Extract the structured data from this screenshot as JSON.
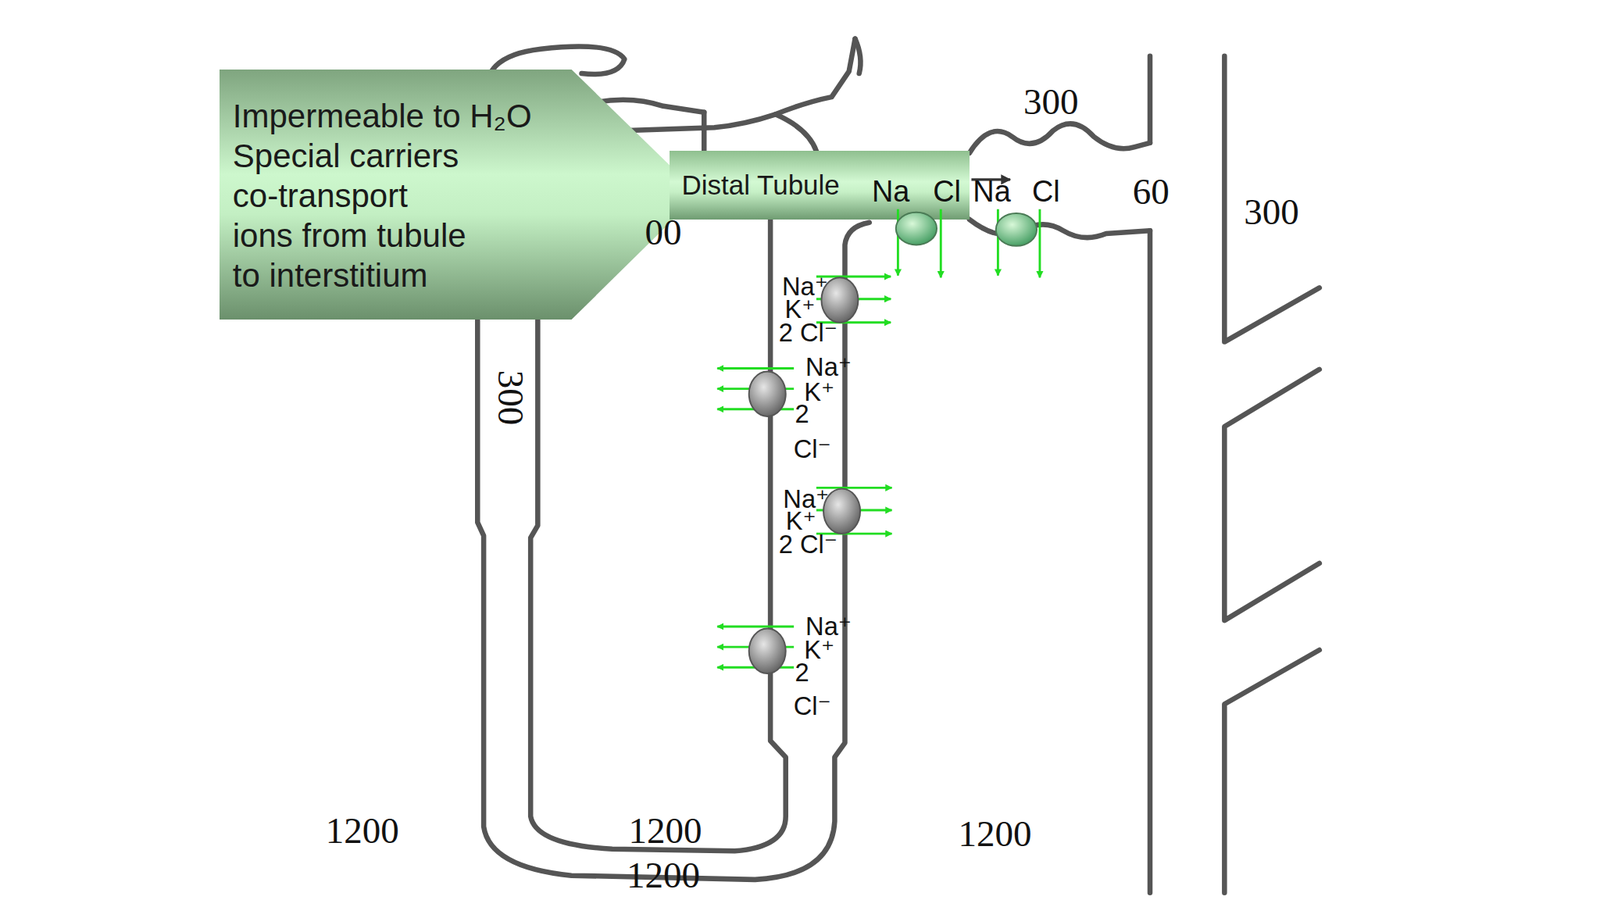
{
  "diagram": {
    "nodes": [
      {
        "text": [
          "Impermeable to H₂O",
          "Special carriers co-transport ions from tubule to interstitium"
        ]
      },
      {
        "text": [
          "Distal Tubule"
        ]
      }
    ],
    "labels": [
      "300",
      "00",
      "Na",
      "Cl",
      "Na",
      "Cl",
      "60",
      "300",
      "Na⁺",
      "K⁺",
      "2 Cl⁻",
      "300",
      "Na⁺",
      "K⁺",
      "2",
      "Cl⁻",
      "Na⁺",
      "K⁺",
      "2 Cl⁻",
      "Na⁺",
      "K⁺",
      "2",
      "Cl⁻",
      "1200",
      "1200",
      "1200",
      "1200"
    ]
  }
}
